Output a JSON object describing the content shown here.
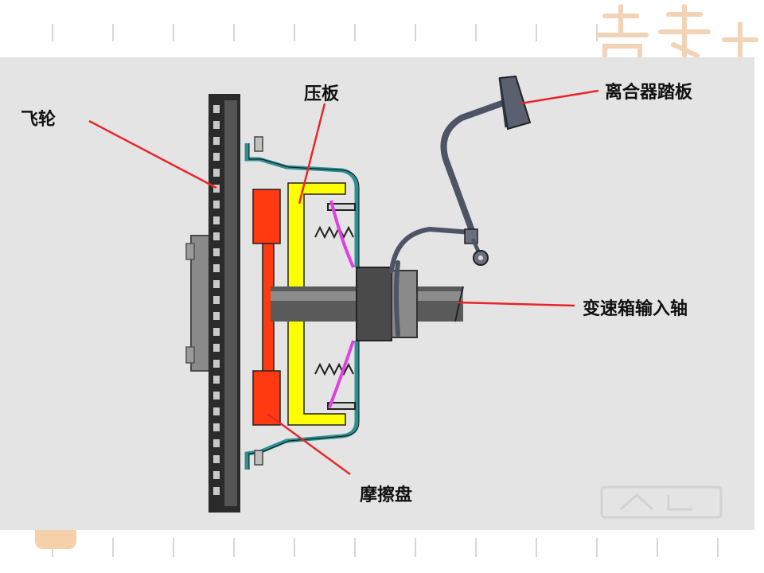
{
  "labels": {
    "flywheel": "飞轮",
    "pressure_plate": "压板",
    "clutch_pedal": "离合器踏板",
    "input_shaft": "变速箱输入轴",
    "friction_disc": "摩擦盘"
  },
  "colors": {
    "leader_line": "#e8262a",
    "friction_disc": "#ff3a10",
    "pressure_plate": "#ffff00",
    "cover": "#2e8f92",
    "spring": "#e040e0",
    "pedal": "#4d5466",
    "flywheel": "#2b2b2b",
    "shaft": "#5a5a5a",
    "panel": "#e4e4e4",
    "slide_dash": "#d6d6d6",
    "watermark": "#f3d3b5"
  }
}
